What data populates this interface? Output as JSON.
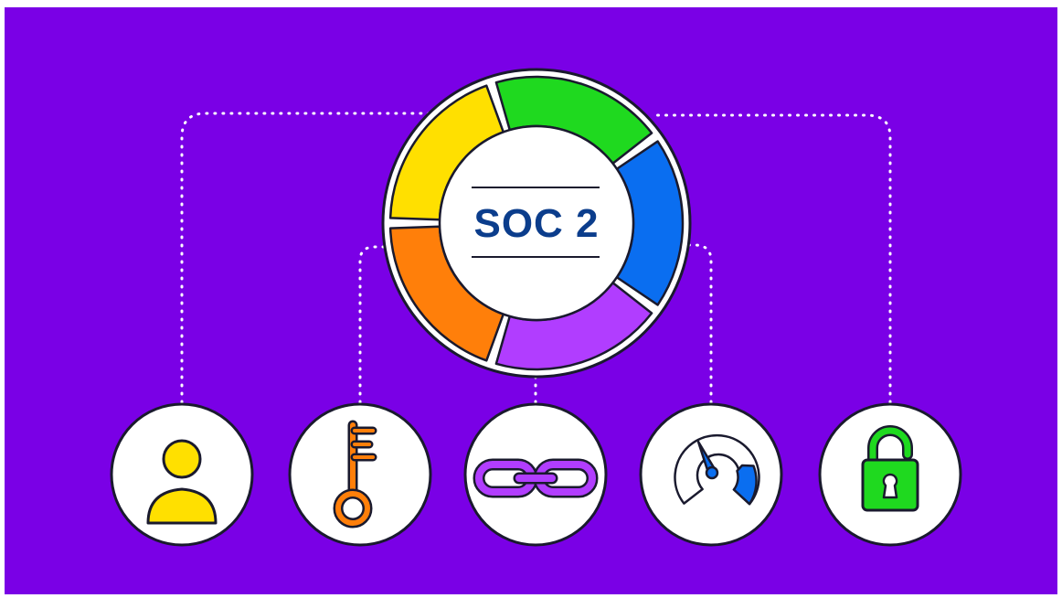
{
  "title": "SOC 2",
  "colors": {
    "background": "#7a00e6",
    "outline": "#1a1a2e",
    "ring_white": "#ffffff",
    "title_text": "#0b3d8c",
    "connector_dots": "#ffffff",
    "segment_yellow": "#ffe000",
    "segment_green": "#1fd91f",
    "segment_blue": "#0a6ef0",
    "segment_purple": "#b13dff",
    "segment_orange": "#ff7f0a"
  },
  "ring_segments": [
    {
      "name": "yellow-segment",
      "color": "#ffe000"
    },
    {
      "name": "green-segment",
      "color": "#1fd91f"
    },
    {
      "name": "blue-segment",
      "color": "#0a6ef0"
    },
    {
      "name": "purple-segment",
      "color": "#b13dff"
    },
    {
      "name": "orange-segment",
      "color": "#ff7f0a"
    }
  ],
  "icons": [
    {
      "name": "user-icon"
    },
    {
      "name": "key-icon"
    },
    {
      "name": "chain-link-icon"
    },
    {
      "name": "gauge-icon"
    },
    {
      "name": "padlock-icon"
    }
  ]
}
